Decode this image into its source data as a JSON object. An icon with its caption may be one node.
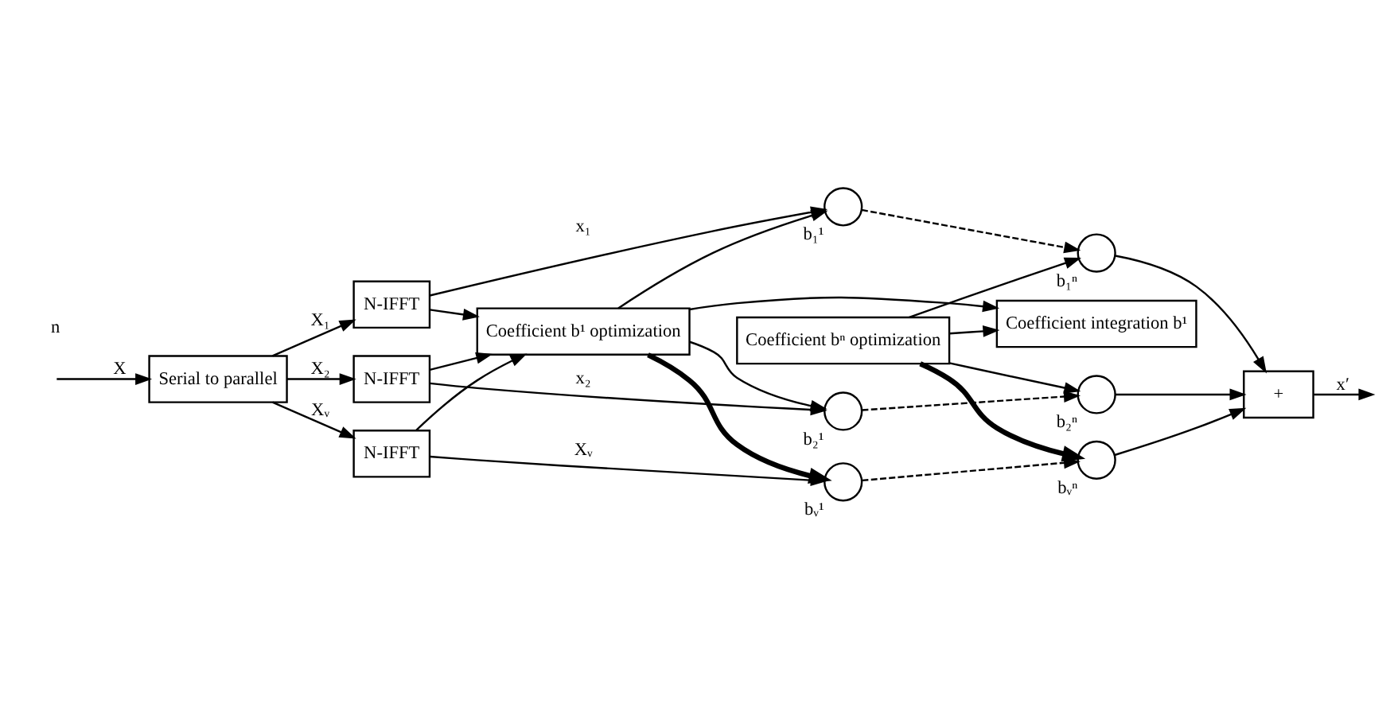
{
  "diagram": {
    "nodes": [
      {
        "text": [
          "Serial to parallel"
        ]
      },
      {
        "text": [
          "N-IFFT"
        ]
      },
      {
        "text": [
          "N-IFFT"
        ]
      },
      {
        "text": [
          "N-IFFT"
        ]
      },
      {
        "text": [],
        "shape": "circle",
        "beside": [
          "b₁¹"
        ]
      },
      {
        "text": [],
        "shape": "circle",
        "beside": [
          "b₁ⁿ"
        ]
      },
      {
        "text": [],
        "shape": "circle",
        "beside": [
          "b₂¹"
        ]
      },
      {
        "text": [],
        "shape": "circle",
        "beside": [
          "b₂ⁿ"
        ]
      },
      {
        "text": [],
        "shape": "circle",
        "beside": [
          "bᵥ¹"
        ]
      },
      {
        "text": [],
        "shape": "circle",
        "beside": [
          "bᵥⁿ"
        ]
      },
      {
        "text": [
          "+"
        ]
      },
      {
        "text": [
          "Coefficient b¹ optimization"
        ]
      },
      {
        "text": [
          "Coefficient bⁿ optimization"
        ]
      },
      {
        "text": [
          "Coefficient integration b¹"
        ]
      }
    ],
    "edges": [
      {
        "from": null,
        "to": 0,
        "arrow": "to",
        "label": "X"
      },
      {
        "from": 0,
        "to": 1,
        "arrow": "to",
        "label": "X₁"
      },
      {
        "from": 0,
        "to": 2,
        "arrow": "to",
        "label": "X₂"
      },
      {
        "from": 0,
        "to": 3,
        "arrow": "to",
        "label": "Xᵥ"
      },
      {
        "from": 1,
        "to": 4,
        "arrow": "to",
        "label": "x₁"
      },
      {
        "from": 2,
        "to": 6,
        "arrow": "to",
        "label": "x₂"
      },
      {
        "from": 3,
        "to": 8,
        "arrow": "to",
        "label": "Xᵥ"
      },
      {
        "from": 1,
        "to": 11,
        "arrow": "to"
      },
      {
        "from": 2,
        "to": 11,
        "arrow": "to"
      },
      {
        "from": 3,
        "to": 11,
        "arrow": "to"
      },
      {
        "from": 11,
        "to": 4,
        "arrow": "to"
      },
      {
        "from": 11,
        "to": 6,
        "arrow": "to"
      },
      {
        "from": 11,
        "to": 8,
        "arrow": "to",
        "style": "thick"
      },
      {
        "from": 4,
        "to": 5,
        "arrow": "to",
        "style": "dashed"
      },
      {
        "from": 6,
        "to": 7,
        "arrow": "to",
        "style": "dashed"
      },
      {
        "from": 8,
        "to": 9,
        "arrow": "to",
        "style": "dashed"
      },
      {
        "from": 12,
        "to": 5,
        "arrow": "to"
      },
      {
        "from": 12,
        "to": 7,
        "arrow": "to"
      },
      {
        "from": 12,
        "to": 9,
        "arrow": "to",
        "style": "thick"
      },
      {
        "from": 5,
        "to": 10,
        "arrow": "to"
      },
      {
        "from": 7,
        "to": 10,
        "arrow": "to"
      },
      {
        "from": 9,
        "to": 10,
        "arrow": "to"
      },
      {
        "from": 10,
        "to": null,
        "arrow": "to",
        "label": "x′"
      },
      {
        "from": 11,
        "to": 13,
        "arrow": "to"
      },
      {
        "from": 12,
        "to": 13,
        "arrow": "to"
      }
    ],
    "labels": [
      "n"
    ]
  }
}
